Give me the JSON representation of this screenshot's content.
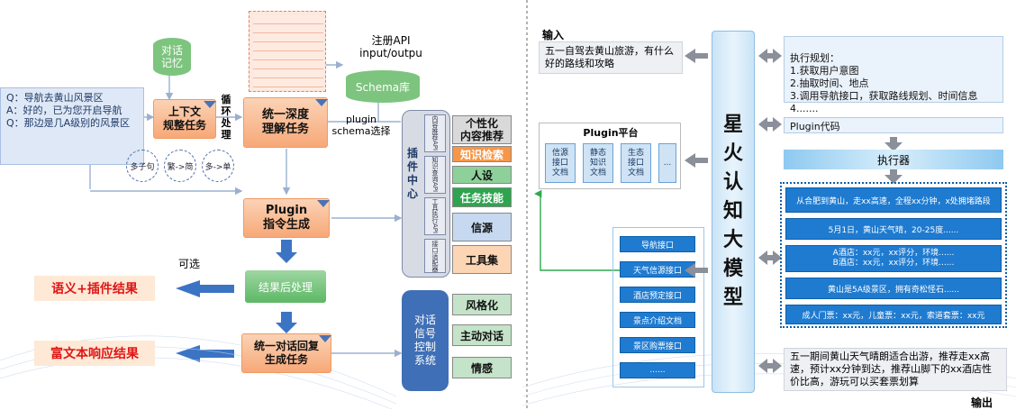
{
  "left": {
    "chat_history": [
      "Q：导航去黄山风景区",
      "A：好的，已为您开启导航",
      "Q：那边是几A级别的风景区"
    ],
    "dialogue_memory": "对话\n记忆",
    "context_task": "上下文\n规整任务",
    "loop_process": "循\n环\n处\n理",
    "deep_task": "统一深度\n理解任务",
    "register_api": "注册API\ninput/outpu",
    "schema_db": "Schema库",
    "plugin_schema": "plugin\nschema选择",
    "circles": [
      "多子句",
      "繁->简",
      "多->单"
    ],
    "plugin_gen": "Plugin\n指令生成",
    "optional": "可选",
    "semantic_result": "语义+插件结果",
    "post_process": "结果后处理",
    "rich_result": "富文本响应结果",
    "unified_reply": "统一对话回复\n生成任务",
    "plugin_center": "插\n件\n中\n心",
    "plugin_cells": [
      "内容推荐API",
      "知识查询API",
      "工具执行API",
      "接口适配器"
    ],
    "tags_top": [
      "个性化\n内容推荐",
      "知识检索",
      "人设",
      "任务技能",
      "信源",
      "工具集"
    ],
    "dialogue_ctrl": "对话\n信号\n控制\n系统",
    "tags_bottom": [
      "风格化",
      "主动对话",
      "情感"
    ]
  },
  "right": {
    "input_label": "输入",
    "input_text": "五一自驾去黄山旅游，有什么好的路线和攻略",
    "plugin_platform": "Plugin平台",
    "platform_cells": [
      "信源\n接口\n文档",
      "静态\n知识\n文档",
      "生态\n接口\n文档",
      "..."
    ],
    "api_list": [
      "导航接口",
      "天气信源接口",
      "酒店预定接口",
      "景点介绍文档",
      "景区购票接口",
      "......"
    ],
    "model_name": "星\n火\n认\n知\n大\n模\n型",
    "plan": "执行规划：\n1.获取用户意图\n2.抽取时间、地点\n3.调用导航接口，获取路线规划、时间信息\n4.......",
    "plugin_code": "Plugin代码",
    "executor": "执行器",
    "results": [
      "从合肥到黄山，走xx高速，全程xx分钟，x处拥堵路段",
      "5月1日，黄山天气晴，20-25度......",
      "A酒店：xx元，xx评分，环境......\nB酒店：xx元，xx评分，环境......",
      "黄山是5A级景区，拥有奇松怪石......",
      "成人门票：xx元，儿童票：xx元，索道套票：xx元"
    ],
    "final_answer": "五一期间黄山天气晴朗适合出游，推荐走xx高速，预计xx分钟到达，推荐山脚下的xx酒店性价比高，游玩可以买套票划算",
    "output_label": "输出"
  },
  "colors": {
    "orange": "#f7a878",
    "green": "#5cb865",
    "blue": "#1f7bd0",
    "red": "#e01616"
  }
}
